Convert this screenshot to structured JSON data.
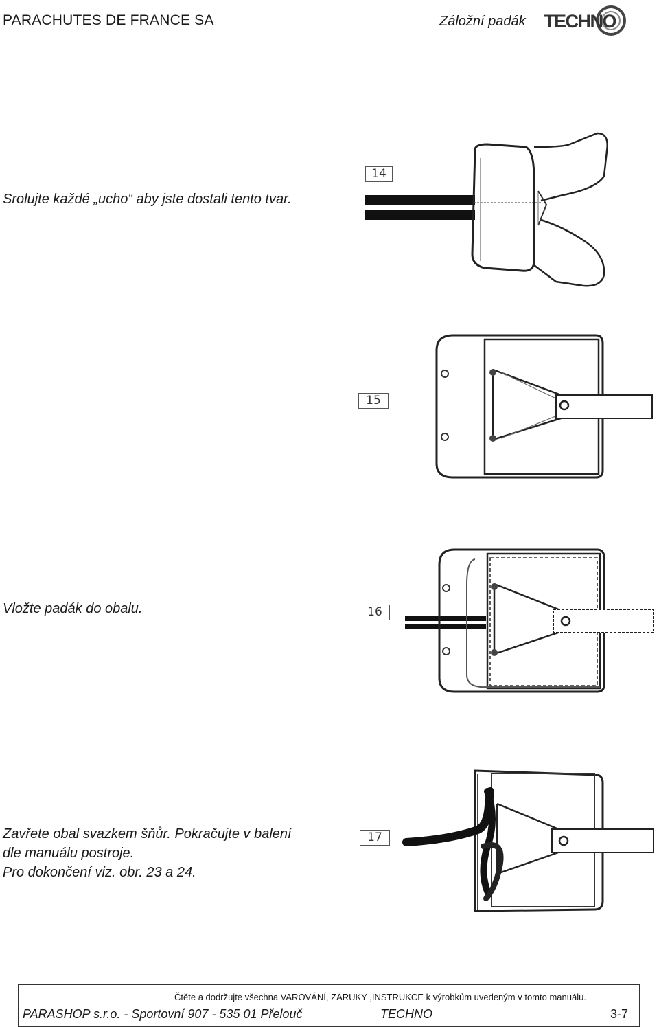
{
  "header": {
    "company": "PARACHUTES DE FRANCE SA",
    "product": "Záložní padák",
    "logo_text": "TECHNO"
  },
  "steps": [
    {
      "number": "14",
      "text": "Srolujte každé „ucho“ aby jste dostali tento tvar."
    },
    {
      "number": "15",
      "text": ""
    },
    {
      "number": "16",
      "text": "Vložte padák do obalu."
    },
    {
      "number": "17",
      "lines": [
        "Zavřete obal svazkem šňůr. Pokračujte v balení",
        "dle manuálu postroje.",
        "Pro dokončení viz. obr. 23 a 24."
      ]
    }
  ],
  "footer": {
    "note": "Čtěte a dodržujte všechna VAROVÁNÍ, ZÁRUKY ,INSTRUKCE k výrobkům uvedeným v tomto manuálu.",
    "address": "PARASHOP s.r.o. - Sportovní 907 - 535 01 Přelouč",
    "product": "TECHNO",
    "page": "3-7"
  }
}
